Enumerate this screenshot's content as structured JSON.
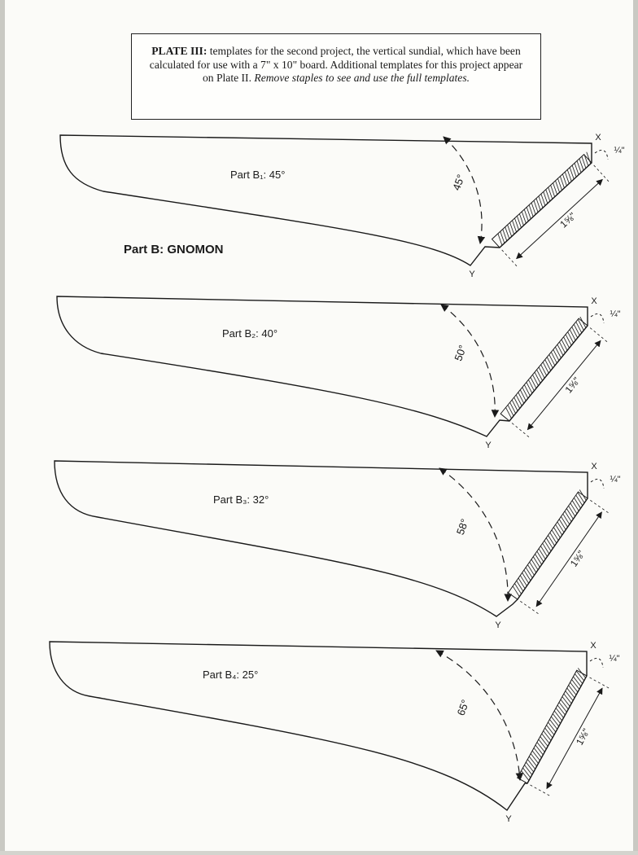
{
  "caption": {
    "lead": "PLATE III:",
    "body": " templates for the second project, the vertical sundial, which have been calculated for use with a 7\" x 10\" board. Additional templates for this project appear on Plate II. ",
    "italic": "Remove staples to see and use the full templates."
  },
  "section_title": "Part B: GNOMON",
  "templates": [
    {
      "name": "Part B₁: 45°",
      "angle": "45°",
      "gap": "¼\"",
      "length": "1⅝\"",
      "x_label": "X",
      "y_label": "Y"
    },
    {
      "name": "Part B₂: 40°",
      "angle": "50°",
      "gap": "¼\"",
      "length": "1⅝\"",
      "x_label": "X",
      "y_label": "Y"
    },
    {
      "name": "Part B₃: 32°",
      "angle": "58°",
      "gap": "¼\"",
      "length": "1⅝\"",
      "x_label": "X",
      "y_label": "Y"
    },
    {
      "name": "Part B₄: 25°",
      "angle": "65°",
      "gap": "¼\"",
      "length": "1⅝\"",
      "x_label": "X",
      "y_label": "Y"
    }
  ],
  "colors": {
    "ink": "#1a1a1a",
    "paper": "#fbfbf8"
  }
}
